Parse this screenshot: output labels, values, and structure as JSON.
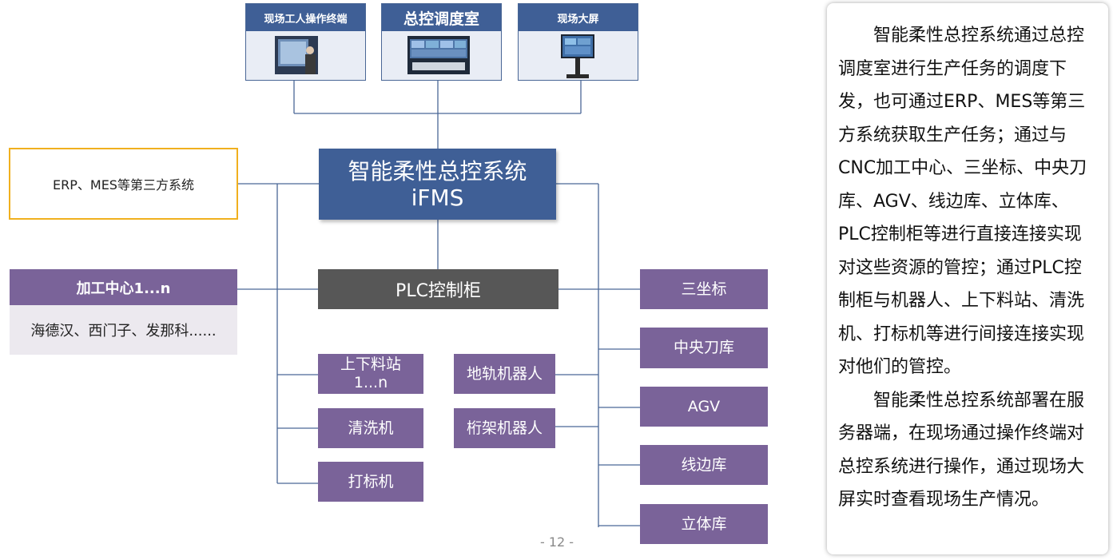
{
  "terminals": [
    {
      "label": "现场工人操作终端",
      "icon": "operator-at-terminal-photo"
    },
    {
      "label": "总控调度室",
      "icon": "control-room-screens-photo"
    },
    {
      "label": "现场大屏",
      "icon": "large-screen-display-photo"
    }
  ],
  "core": {
    "line1": "智能柔性总控系统",
    "line2": "iFMS"
  },
  "erp": {
    "label": "ERP、MES等第三方系统"
  },
  "machining": {
    "title": "加工中心1...n",
    "brands": "海德汉、西门子、发那科......"
  },
  "plc": {
    "label": "PLC控制柜"
  },
  "plc_devices": [
    {
      "label": "上下料站\n1...n"
    },
    {
      "label": "清洗机"
    },
    {
      "label": "打标机"
    },
    {
      "label": "地轨机器人"
    },
    {
      "label": "桁架机器人"
    }
  ],
  "direct_devices": [
    {
      "label": "三坐标"
    },
    {
      "label": "中央刀库"
    },
    {
      "label": "AGV"
    },
    {
      "label": "线边库"
    },
    {
      "label": "立体库"
    }
  ],
  "page_number": "- 12 -",
  "description": {
    "para1": "智能柔性总控系统通过总控调度室进行生产任务的调度下发，也可通过ERP、MES等第三方系统获取生产任务；通过与CNC加工中心、三坐标、中央刀库、AGV、线边库、立体库、PLC控制柜等进行直接连接实现对这些资源的管控；通过PLC控制柜与机器人、上下料站、清洗机、打标机等进行间接连接实现对他们的管控。",
    "para2": "智能柔性总控系统部署在服务器端，在现场通过操作终端对总控系统进行操作，通过现场大屏实时查看现场生产情况。"
  },
  "colors": {
    "core_blue": "#3f5f96",
    "device_purple": "#7a6399",
    "plc_gray": "#575757",
    "erp_border": "#f0b01e",
    "line": "#4a6796"
  }
}
